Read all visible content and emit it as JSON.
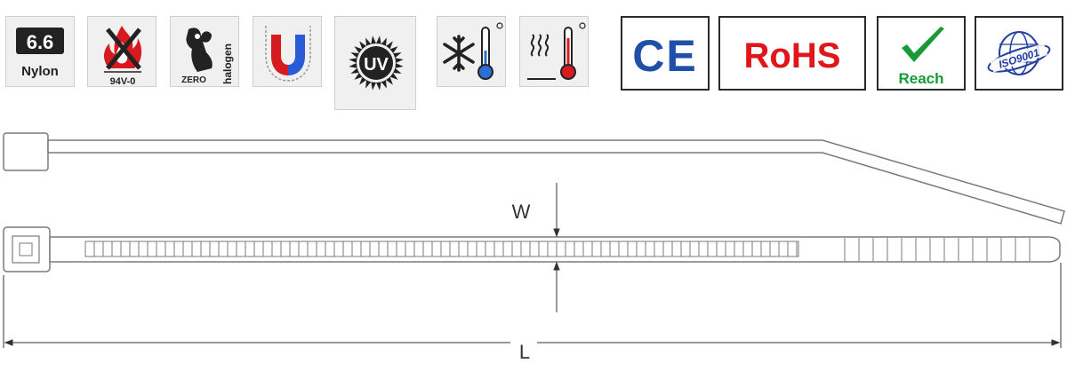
{
  "badges": {
    "nylon": {
      "icon": "nylon-66-icon",
      "grade": "6.6",
      "label": "Nylon"
    },
    "flame": {
      "icon": "flame-retardant-icon",
      "label": "94V-0"
    },
    "halogen": {
      "icon": "zero-halogen-icon",
      "label_zero": "ZERO",
      "label_halogen": "halogen"
    },
    "magnet": {
      "icon": "non-magnetic-icon"
    },
    "uv": {
      "icon": "uv-resistant-icon",
      "label": "UV"
    },
    "cold": {
      "icon": "cold-resistant-icon"
    },
    "heat": {
      "icon": "heat-resistant-icon"
    }
  },
  "certifications": {
    "ce": {
      "icon": "ce-mark-icon",
      "label": "CE"
    },
    "rohs": {
      "icon": "rohs-icon",
      "label": "RoHS"
    },
    "reach": {
      "icon": "reach-check-icon",
      "label": "Reach"
    },
    "iso": {
      "icon": "iso9001-globe-icon",
      "label": "ISO9001"
    }
  },
  "diagram": {
    "width_label": "W",
    "length_label": "L"
  },
  "colors": {
    "ce_blue": "#1f4fa8",
    "rohs_red": "#e0161b",
    "reach_green": "#1a9a37",
    "iso_blue": "#2540a0",
    "flame_red": "#d71920",
    "thermo_blue": "#2a6fd6",
    "thermo_red": "#d71920",
    "tie_outline": "#7a7a7a"
  }
}
